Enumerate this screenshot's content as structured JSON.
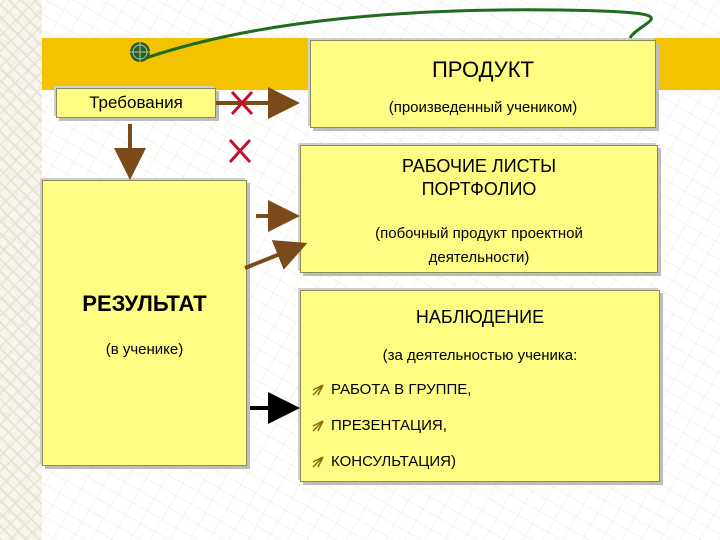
{
  "requirements": {
    "label": "Требования"
  },
  "product": {
    "title": "ПРОДУКТ",
    "subtitle": "(произведенный учеником)"
  },
  "worksheets": {
    "title_line1": "РАБОЧИЕ ЛИСТЫ",
    "title_line2": "ПОРТФОЛИО",
    "sub_line1": "(побочный продукт проектной",
    "sub_line2": "деятельности)"
  },
  "result": {
    "title": "РЕЗУЛЬТАТ",
    "subtitle": "(в ученике)"
  },
  "observation": {
    "title": "НАБЛЮДЕНИЕ",
    "subtitle": "(за деятельностью ученика:",
    "items": [
      "РАБОТА В ГРУППЕ,",
      "ПРЕЗЕНТАЦИЯ,",
      "КОНСУЛЬТАЦИЯ)"
    ]
  },
  "colors": {
    "band": "#f4c300",
    "box_fill": "#fdfd84",
    "arrow_brown": "#7a4a1a",
    "cross_red": "#c0102a",
    "curve_green": "#1f6b1f"
  }
}
